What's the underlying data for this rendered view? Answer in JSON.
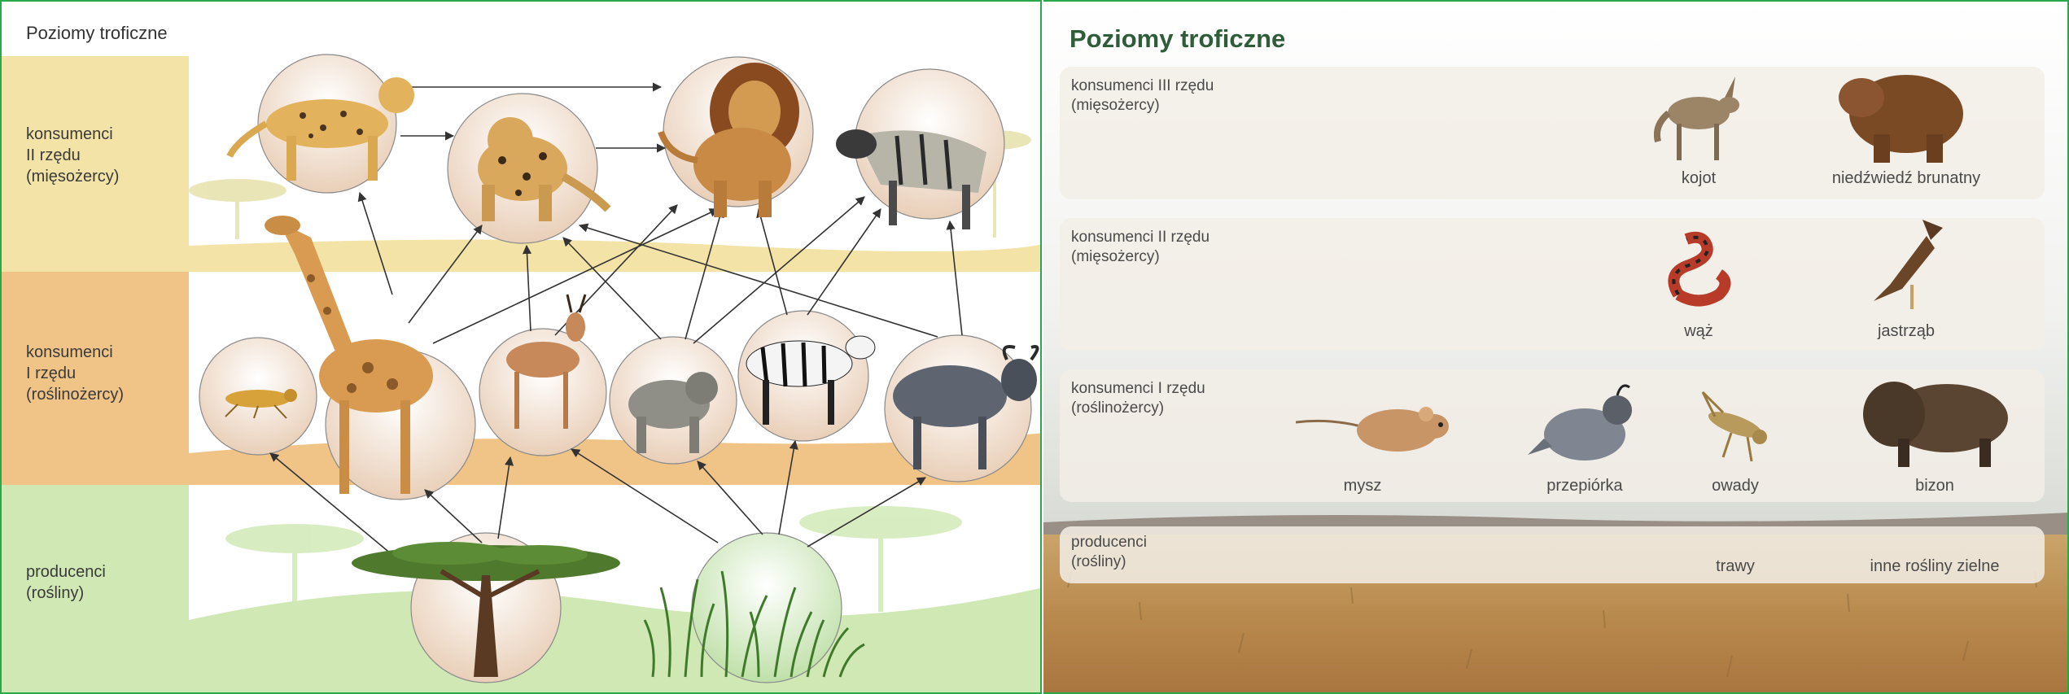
{
  "left": {
    "title": "Poziomy troficzne",
    "bands": [
      {
        "label": "konsumenci\nII rzędu\n(mięsożercy)",
        "color": "#f3e3a6"
      },
      {
        "label": "konsumenci\nI rzędu\n(roślinożercy)",
        "color": "#f0c487"
      },
      {
        "label": "producenci\n(rośliny)",
        "color": "#cfe8b4"
      }
    ],
    "animals": {
      "top": [
        "cheetah-icon",
        "jaguar-icon",
        "lion-icon",
        "hyena-icon"
      ],
      "middle": [
        "insect-icon",
        "giraffe-icon",
        "gazelle-icon",
        "baboon-icon",
        "zebra-icon",
        "wildebeest-icon"
      ],
      "bottom": [
        "acacia-tree-icon",
        "grass-icon"
      ]
    }
  },
  "right": {
    "title": "Poziomy troficzne",
    "levels": [
      {
        "label": "konsumenci III rzędu\n(mięsożercy)",
        "species": [
          {
            "name": "kojot",
            "icon": "coyote-icon"
          },
          {
            "name": "niedźwiedź brunatny",
            "icon": "brown-bear-icon"
          }
        ]
      },
      {
        "label": "konsumenci II rzędu\n(mięsożercy)",
        "species": [
          {
            "name": "wąż",
            "icon": "snake-icon"
          },
          {
            "name": "jastrząb",
            "icon": "hawk-icon"
          }
        ]
      },
      {
        "label": "konsumenci I rzędu\n(roślinożercy)",
        "species": [
          {
            "name": "mysz",
            "icon": "mouse-icon"
          },
          {
            "name": "przepiórka",
            "icon": "quail-icon"
          },
          {
            "name": "owady",
            "icon": "grasshopper-icon"
          },
          {
            "name": "bizon",
            "icon": "bison-icon"
          }
        ]
      },
      {
        "label": "producenci\n(rośliny)",
        "species": [
          {
            "name": "trawy",
            "icon": ""
          },
          {
            "name": "inne rośliny zielne",
            "icon": ""
          }
        ]
      }
    ]
  },
  "colors": {
    "border": "#2aa84a",
    "title_green": "#2f5d3a",
    "arrow": "#333333"
  }
}
